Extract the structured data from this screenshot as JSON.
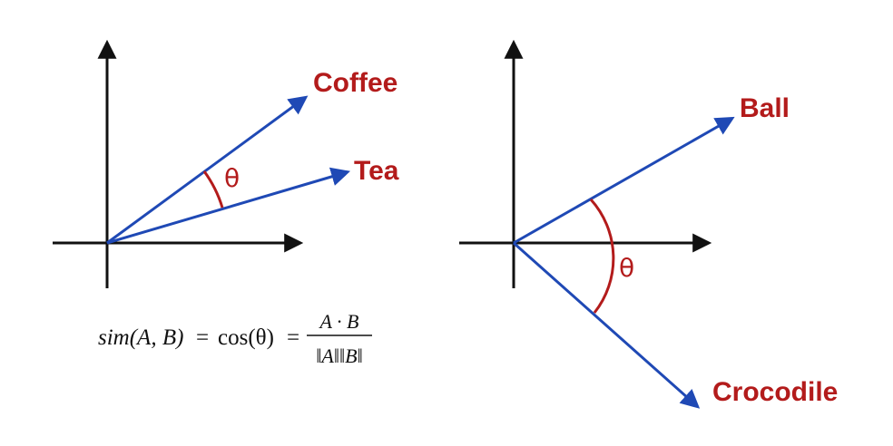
{
  "colors": {
    "axis": "#111111",
    "vector": "#1f49b5",
    "label": "#b31b1b",
    "angle": "#b31b1b"
  },
  "left_diagram": {
    "vector_a_label": "Coffee",
    "vector_b_label": "Tea",
    "angle_label": "θ"
  },
  "right_diagram": {
    "vector_a_label": "Ball",
    "vector_b_label": "Crocodile",
    "angle_label": "θ"
  },
  "formula": {
    "lhs_func": "sim",
    "lhs_args": "(A, B)",
    "equals_1": "=",
    "middle": "cos(θ)",
    "equals_2": "=",
    "numerator": "A · B",
    "denominator": "‖A‖‖B‖"
  }
}
